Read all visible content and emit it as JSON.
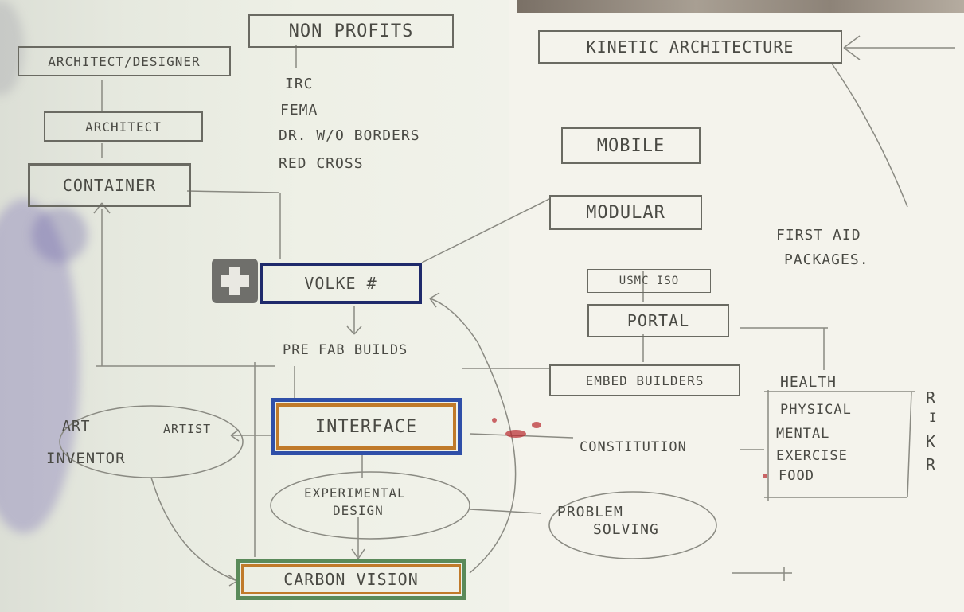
{
  "diagram": {
    "nonprofits": {
      "label": "NON PROFITS",
      "items": [
        "IRC",
        "FEMA",
        "DR. W/O BORDERS",
        "RED CROSS"
      ]
    },
    "architect_chain": [
      "ARCHITECT/DESIGNER",
      "ARCHITECT",
      "CONTAINER"
    ],
    "central_node": "VOLKE #",
    "pre_fab_label": "PRE FAB BUILDS",
    "interface": "INTERFACE",
    "art_node": {
      "line1": "ART",
      "line2": "ARTIST",
      "line3": "INVENTOR"
    },
    "experimental_design": {
      "line1": "EXPERIMENTAL",
      "line2": "DESIGN"
    },
    "problem_solving": {
      "line1": "PROBLEM",
      "line2": "SOLVING"
    },
    "carbon_vision": "CARBON VISION",
    "kinetic_architecture": "KINETIC ARCHITECTURE",
    "right_column": [
      "MOBILE",
      "MODULAR",
      "USMC ISO",
      "PORTAL",
      "EMBED BUILDERS"
    ],
    "constitution": "CONSTITUTION",
    "first_aid": {
      "line1": "FIRST AID",
      "line2": "PACKAGES."
    },
    "health": {
      "title": "HEALTH",
      "items": [
        "PHYSICAL",
        "MENTAL",
        "EXERCISE",
        "FOOD"
      ],
      "marks": [
        "R",
        "I",
        "K",
        "R"
      ]
    }
  },
  "colors": {
    "ink": "#4a4a44",
    "navy": "#1f2a6b",
    "orange": "#c07a2a",
    "blue": "#2f4fa8",
    "green": "#5a8a5a",
    "red": "#b8262c"
  }
}
